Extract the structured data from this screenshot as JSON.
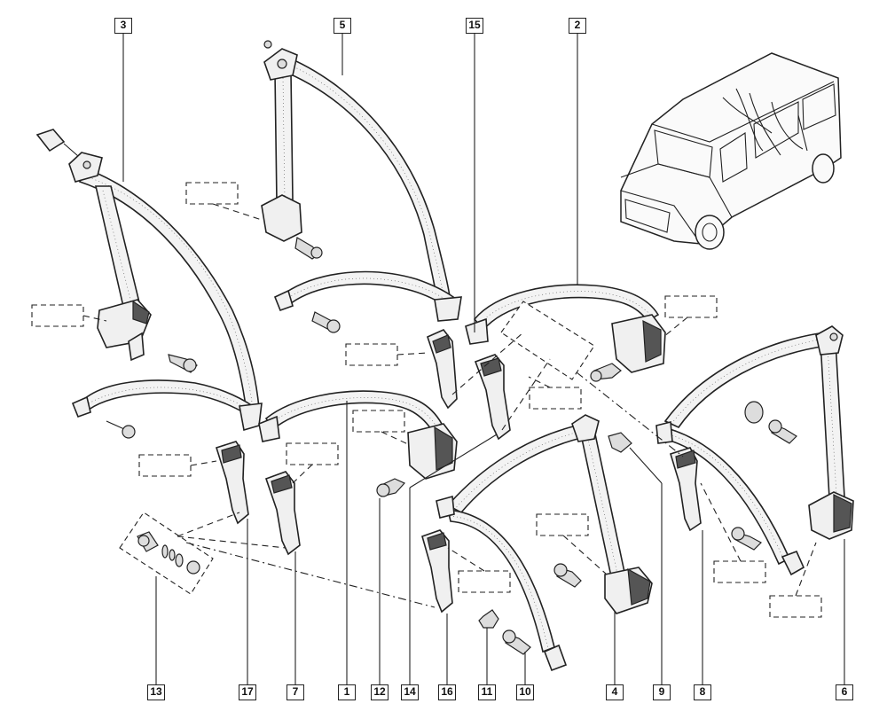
{
  "callouts": {
    "c3": "3",
    "c5": "5",
    "c15": "15",
    "c2": "2",
    "c13": "13",
    "c17": "17",
    "c7": "7",
    "c1": "1",
    "c12": "12",
    "c14": "14",
    "c16": "16",
    "c11": "11",
    "c10": "10",
    "c4": "4",
    "c9": "9",
    "c8": "8",
    "c6": "6"
  }
}
